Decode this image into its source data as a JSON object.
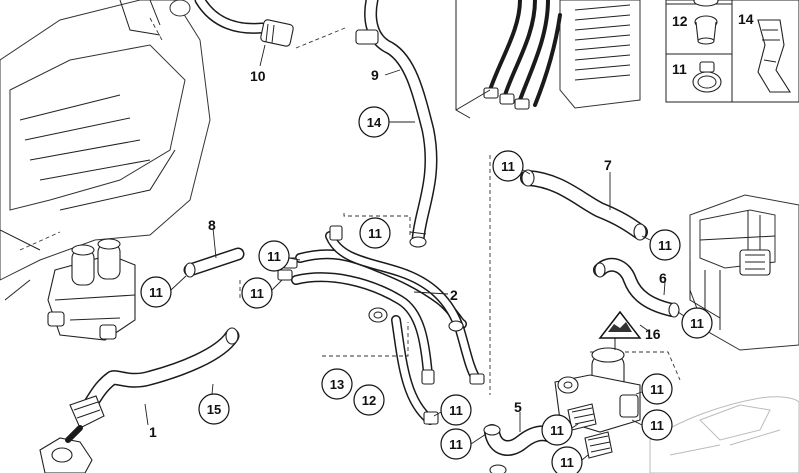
{
  "callouts": {
    "c10": "10",
    "c9": "9",
    "c14a": "14",
    "c8": "8",
    "c11_8": "11",
    "c11_a": "11",
    "c11_b": "11",
    "c11_c": "11",
    "c2": "2",
    "c15": "15",
    "c1": "1",
    "c13": "13",
    "c12": "12",
    "c7": "7",
    "c11_d": "11",
    "c11_e": "11",
    "c6": "6",
    "c11_f": "11",
    "c16": "16",
    "c11_g": "11",
    "c11_h": "11",
    "c5": "5",
    "c11_i": "11",
    "c11_j": "11",
    "c11_k": "11",
    "c11_l": "11"
  },
  "legend": {
    "l12": "12",
    "l14": "14",
    "l11": "11"
  },
  "colors": {
    "line": "#1a1a1a",
    "background": "#ffffff",
    "accent_fill": "#d8d8d8"
  },
  "icons": [
    "engine-block",
    "heater-core",
    "water-valve",
    "hose-clamp",
    "warning-triangle",
    "car-silhouette"
  ]
}
